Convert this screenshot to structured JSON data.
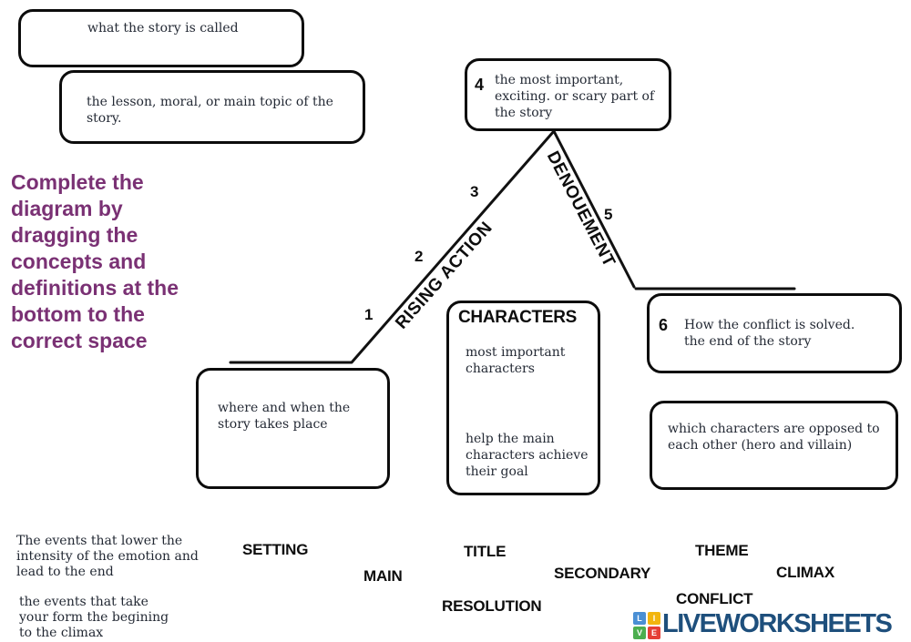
{
  "instructions": {
    "text": "Complete the\ndiagram by\ndragging the\nconcepts and\ndefinitions at the\nbottom to the\ncorrect space",
    "color": "#7a3174"
  },
  "boxes": {
    "title_def": {
      "text": "what the story is called"
    },
    "theme_def": {
      "text": "the lesson, moral, or main topic of the\nstory."
    },
    "climax_def": {
      "number": "4",
      "text": "the most important,\nexciting. or scary part of\nthe story"
    },
    "resolution_def": {
      "number": "6",
      "text": "How the conflict is solved.\nthe end of the story"
    },
    "setting_def": {
      "text": "where and when the\nstory takes place"
    },
    "conflict_def": {
      "text": "which characters are opposed to\neach other (hero and villain)"
    },
    "characters": {
      "title": "CHARACTERS",
      "main_def": "most important\ncharacters",
      "secondary_def": "help the main\ncharacters achieve\ntheir goal"
    }
  },
  "plot": {
    "rising_label": "RISING ACTION",
    "falling_label": "DENOUEMENT",
    "point_1": "1",
    "point_2": "2",
    "point_3": "3",
    "point_5": "5",
    "line_color": "#111111"
  },
  "loose_definitions": {
    "falling_def": "The events that lower the\nintensity of the emotion and\nlead to the end",
    "rising_def": "the events that take\nyour form the begining\nto the climax"
  },
  "word_bank": {
    "setting": "SETTING",
    "main": "MAIN",
    "title": "TITLE",
    "resolution": "RESOLUTION",
    "secondary": "SECONDARY",
    "conflict": "CONFLICT",
    "theme": "THEME",
    "climax": "CLIMAX"
  },
  "logo": {
    "text": "LIVEWORKSHEETS",
    "text_color": "#1e4f7c",
    "squares": [
      {
        "letter": "L",
        "color": "#4a8fd4"
      },
      {
        "letter": "I",
        "color": "#f2b50f"
      },
      {
        "letter": "V",
        "color": "#4cae4f"
      },
      {
        "letter": "E",
        "color": "#e53e36"
      }
    ]
  }
}
